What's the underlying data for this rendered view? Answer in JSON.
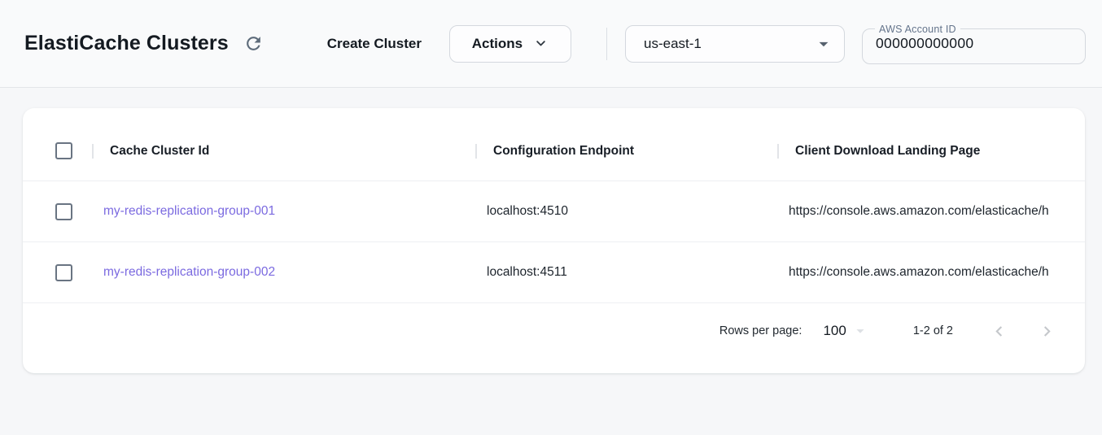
{
  "colors": {
    "page_background": "#f6f7f9",
    "card_background": "#ffffff",
    "title_text": "#141a21",
    "body_text": "#1d242c",
    "link_accent": "#7b6ae0",
    "muted_slate": "#64748b",
    "control_border": "#d4d8de",
    "row_divider": "#eef0f3",
    "disabled_icon": "#c4c7cb"
  },
  "icons": {
    "refresh": "circular-arrow-clockwise",
    "actions_chevron": "chevron-down",
    "region_caret": "filled-triangle-down",
    "rows_per_page_caret": "filled-triangle-down",
    "prev_page": "chevron-left",
    "next_page": "chevron-right",
    "checkbox": "outlined-square-unchecked"
  },
  "header": {
    "title": "ElastiCache Clusters",
    "create_cluster_label": "Create Cluster",
    "actions_label": "Actions",
    "region": {
      "selected": "us-east-1"
    },
    "account_id": {
      "label": "AWS Account ID",
      "value": "000000000000"
    }
  },
  "table": {
    "select_all_checked": false,
    "columns": [
      "Cache Cluster Id",
      "Configuration Endpoint",
      "Client Download Landing Page"
    ],
    "rows": [
      {
        "selected": false,
        "cache_cluster_id": "my-redis-replication-group-001",
        "configuration_endpoint": "localhost:4510",
        "client_download_landing_page": "https://console.aws.amazon.com/elasticache/h"
      },
      {
        "selected": false,
        "cache_cluster_id": "my-redis-replication-group-002",
        "configuration_endpoint": "localhost:4511",
        "client_download_landing_page": "https://console.aws.amazon.com/elasticache/h"
      }
    ]
  },
  "pagination": {
    "rows_per_page_label": "Rows per page:",
    "rows_per_page_value": "100",
    "range_label": "1-2 of 2"
  }
}
